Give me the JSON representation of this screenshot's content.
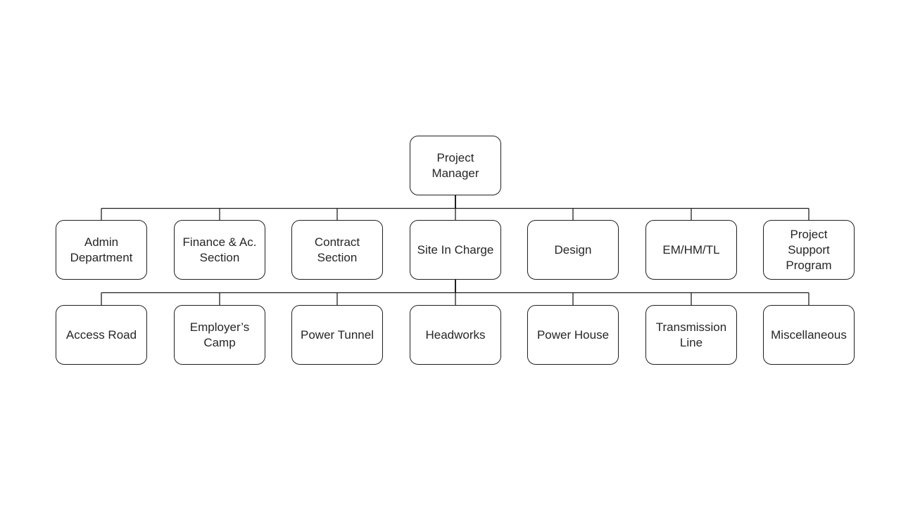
{
  "diagram": {
    "type": "org-chart",
    "root": {
      "label": "Project\nManager"
    },
    "level2_parent": "Project Manager",
    "level2": [
      {
        "label": "Admin\nDepartment"
      },
      {
        "label": "Finance & Ac.\nSection"
      },
      {
        "label": "Contract\nSection"
      },
      {
        "label": "Site In Charge"
      },
      {
        "label": "Design"
      },
      {
        "label": "EM/HM/TL"
      },
      {
        "label": "Project\nSupport\nProgram"
      }
    ],
    "level3_parent": "Site In Charge",
    "level3": [
      {
        "label": "Access Road"
      },
      {
        "label": "Employer’s\nCamp"
      },
      {
        "label": "Power Tunnel"
      },
      {
        "label": "Headworks"
      },
      {
        "label": "Power House"
      },
      {
        "label": "Transmission\nLine"
      },
      {
        "label": "Miscellaneous"
      }
    ]
  },
  "colors": {
    "background": "#ffffff",
    "box_fill": "#ffffff",
    "box_border": "#1f1f1f",
    "text": "#262626",
    "connector": "#1f1f1f"
  }
}
